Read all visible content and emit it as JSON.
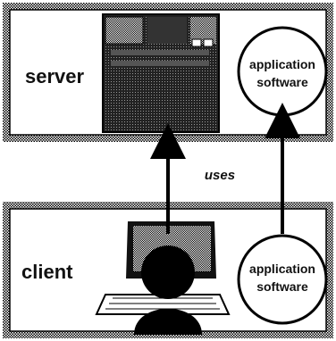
{
  "server_box": {
    "label": "server"
  },
  "client_box": {
    "label": "client"
  },
  "server_app": {
    "line1": "application",
    "line2": "software"
  },
  "client_app": {
    "line1": "application",
    "line2": "software"
  },
  "relation": {
    "label": "uses"
  }
}
